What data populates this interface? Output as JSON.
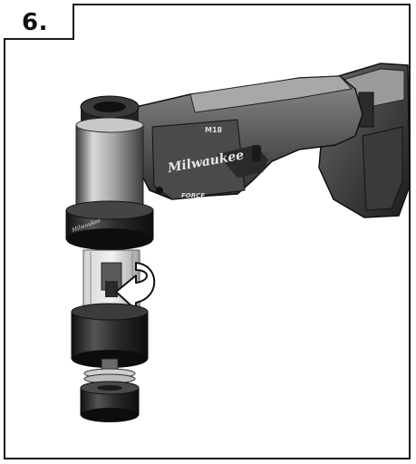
{
  "step": {
    "number": "6."
  },
  "tool": {
    "brand": "Milwaukee",
    "model": "M18",
    "logo_text": "FORCE"
  },
  "icons": {
    "illustration": "punch-tool-illustration",
    "rotation": "rotate-arrow-icon"
  },
  "colors": {
    "border": "#1a1a1a",
    "body_dark": "#2b2b2b",
    "body_mid": "#6f6f6f",
    "body_light": "#bdbdbd",
    "accent_red": "#b02a2a"
  }
}
